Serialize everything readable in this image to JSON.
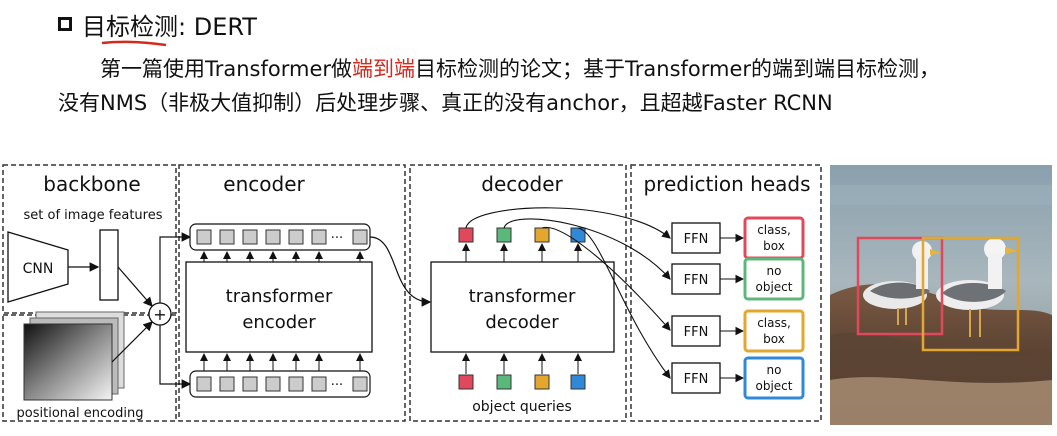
{
  "heading": {
    "title": "目标检测: DERT"
  },
  "paragraph": {
    "line1_part1": "第一篇使用Transformer做",
    "line1_highlight": "端到端",
    "line1_part2": "目标检测的论文；基于Transformer的端到端目标检测，",
    "line2": "没有NMS（非极大值抑制）后处理步骤、真正的没有anchor，且超越Faster RCNN"
  },
  "diagram": {
    "sections": {
      "backbone": "backbone",
      "encoder": "encoder",
      "decoder": "decoder",
      "prediction_heads": "prediction heads"
    },
    "backbone": {
      "features_label": "set of image features",
      "cnn_label": "CNN",
      "pos_label": "positional encoding",
      "plus": "+"
    },
    "encoder": {
      "line1": "transformer",
      "line2": "encoder",
      "dots_top": "···",
      "dots_bottom": "···"
    },
    "decoder": {
      "line1": "transformer",
      "line2": "decoder",
      "queries_label": "object queries"
    },
    "heads": {
      "ffn1": "FFN",
      "ffn2": "FFN",
      "ffn3": "FFN",
      "ffn4": "FFN",
      "out1_line1": "class,",
      "out1_line2": "box",
      "out2_line1": "no",
      "out2_line2": "object",
      "out3_line1": "class,",
      "out3_line2": "box",
      "out4_line1": "no",
      "out4_line2": "object"
    },
    "colors": {
      "red": "#e2485c",
      "green": "#5cb87a",
      "orange": "#e3a62f",
      "blue": "#2f88d8",
      "token_gray": "#cccccc"
    }
  }
}
